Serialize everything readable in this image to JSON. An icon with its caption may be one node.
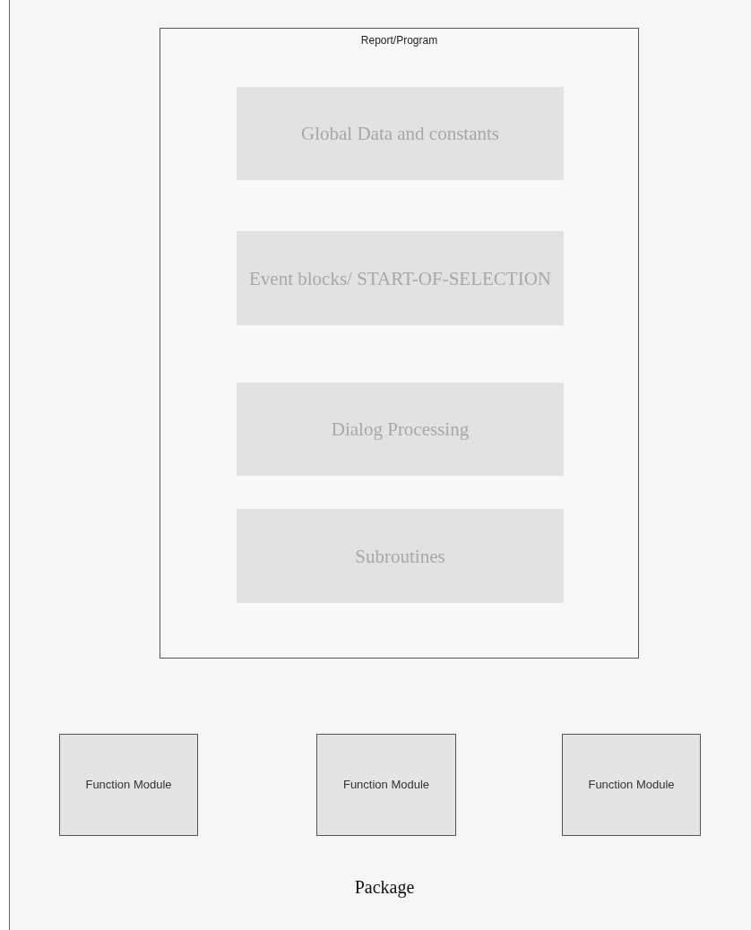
{
  "diagram": {
    "nodes": [
      {
        "text": [
          "Package"
        ]
      },
      {
        "text": [
          "Report/Program"
        ],
        "in": 0
      },
      {
        "text": [
          "Global Data and constants"
        ],
        "in": 1
      },
      {
        "text": [
          "Event blocks/ START-OF-SELECTION"
        ],
        "in": 1
      },
      {
        "text": [
          "Dialog Processing"
        ],
        "in": 1
      },
      {
        "text": [
          "Subroutines"
        ],
        "in": 1
      },
      {
        "text": [
          "Function Module"
        ],
        "in": 0
      },
      {
        "text": [
          "Function Module"
        ],
        "in": 0
      },
      {
        "text": [
          "Function Module"
        ],
        "in": 0
      }
    ]
  }
}
